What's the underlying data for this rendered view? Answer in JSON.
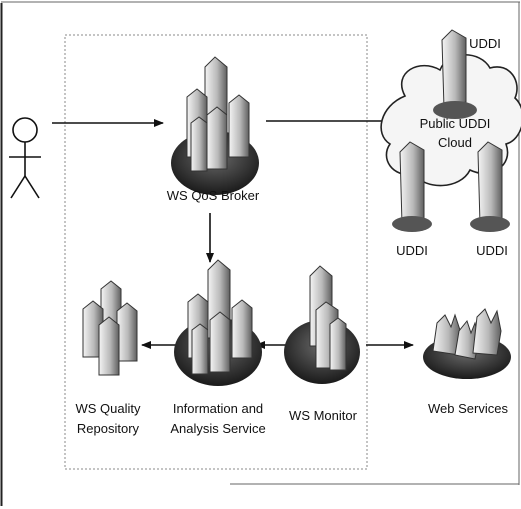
{
  "diagram": {
    "broker_label": "WS QoS Broker",
    "public_uddi_label_line1": "Public UDDI",
    "public_uddi_label_line2": "Cloud",
    "uddi_top_label": "UDDI",
    "uddi_left_label": "UDDI",
    "uddi_right_label": "UDDI",
    "repository_label_line1": "WS Quality",
    "repository_label_line2": "Repository",
    "info_service_label_line1": "Information and",
    "info_service_label_line2": "Analysis Service",
    "monitor_label": "WS Monitor",
    "web_services_label": "Web Services"
  }
}
